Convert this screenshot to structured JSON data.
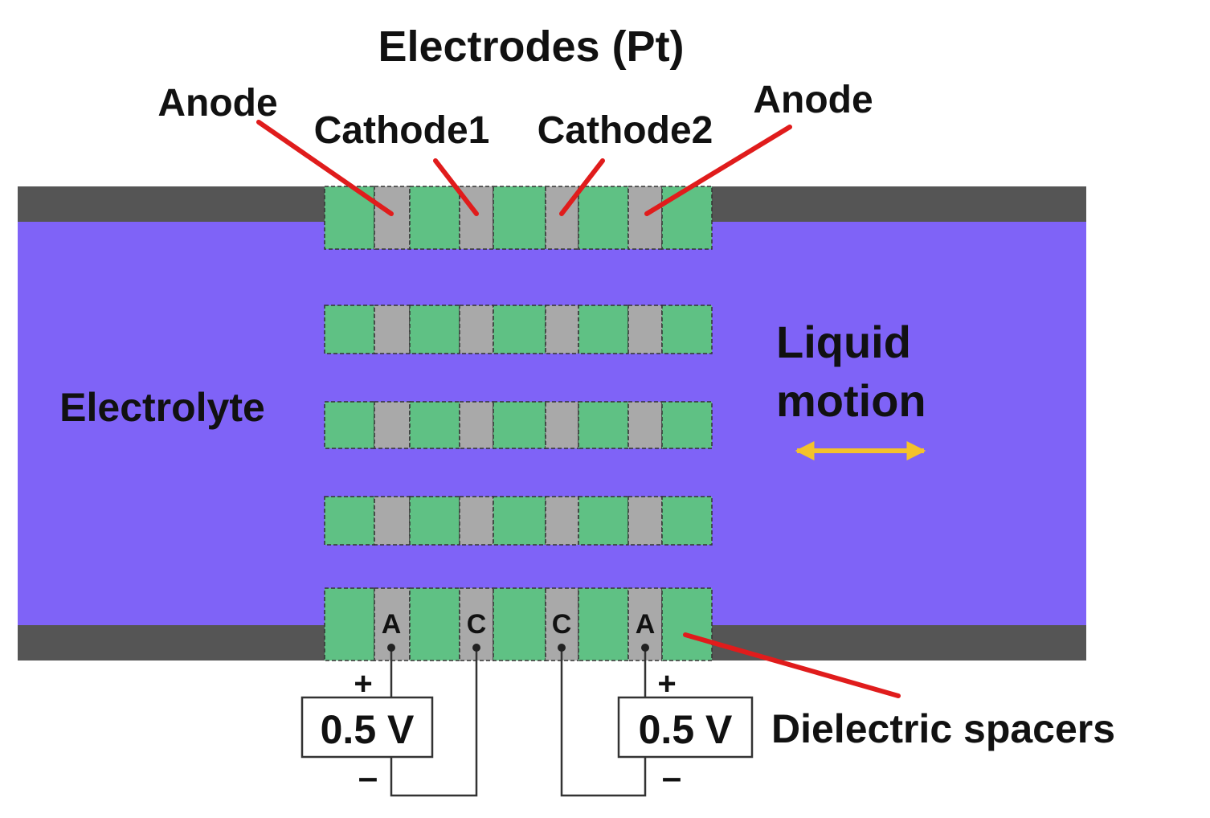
{
  "title": "Electrodes (Pt)",
  "labels": {
    "anode_left": "Anode",
    "cathode1": "Cathode1",
    "cathode2": "Cathode2",
    "anode_right": "Anode",
    "electrolyte": "Electrolyte",
    "liquid": "Liquid",
    "motion": "motion",
    "dielectric_spacers": "Dielectric spacers"
  },
  "terminals": [
    "A",
    "C",
    "C",
    "A"
  ],
  "sources": [
    {
      "voltage": "0.5 V",
      "plus": "+",
      "minus": "–"
    },
    {
      "voltage": "0.5 V",
      "plus": "+",
      "minus": "–"
    }
  ],
  "colors": {
    "electrolyte": "#7f63f7",
    "spacer": "#5fc184",
    "electrode": "#a9a9a9",
    "channel_wall": "#555555",
    "pointer": "#e01c1c",
    "flow_arrow": "#f4c22b"
  }
}
